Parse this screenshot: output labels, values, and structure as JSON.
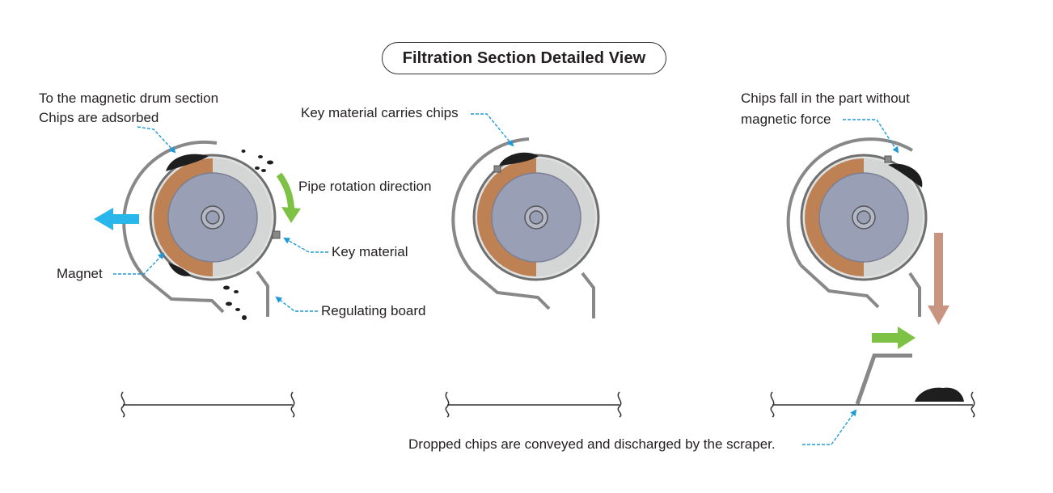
{
  "title": "Filtration Section Detailed View",
  "labels": {
    "drum_section_line1": "To the magnetic drum section",
    "drum_section_line2": "Chips are adsorbed",
    "magnet": "Magnet",
    "pipe_rotation": "Pipe rotation direction",
    "key_material": "Key material",
    "regulating_board": "Regulating board",
    "key_carries": "Key material carries chips",
    "chips_fall_line1": "Chips fall in the part without",
    "chips_fall_line2": "magnetic force",
    "dropped_chips": "Dropped chips are conveyed and discharged by the scraper."
  },
  "colors": {
    "magnet": "#bd8154",
    "drum_core": "#999fb5",
    "drum_light": "#d4d6d6",
    "housing": "#7a7a7a",
    "callout": "#1f9ad6",
    "arrow_blue": "#29b6ea",
    "arrow_green": "#7dc244",
    "arrow_brown": "#c99480",
    "chips": "#1e1e1e"
  }
}
